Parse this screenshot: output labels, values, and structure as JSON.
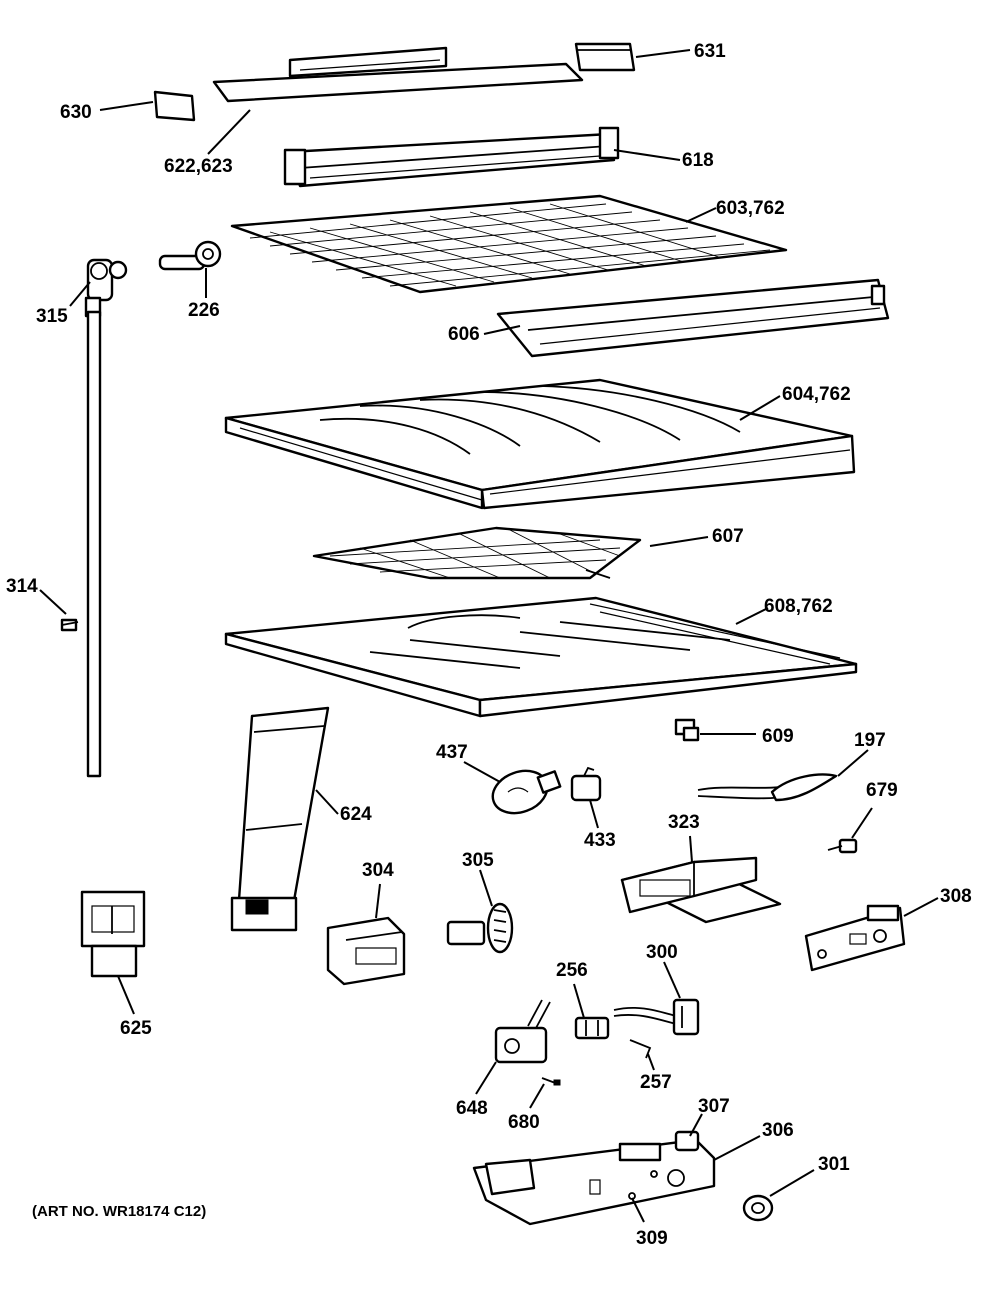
{
  "callouts": {
    "c631": "631",
    "c630": "630",
    "c622": "622,623",
    "c618": "618",
    "c603": "603,762",
    "c315": "315",
    "c226": "226",
    "c606": "606",
    "c604": "604,762",
    "c607": "607",
    "c314": "314",
    "c608": "608,762",
    "c609": "609",
    "c437": "437",
    "c197": "197",
    "c624": "624",
    "c433": "433",
    "c323": "323",
    "c679": "679",
    "c304": "304",
    "c305": "305",
    "c308": "308",
    "c625": "625",
    "c256": "256",
    "c300": "300",
    "c257": "257",
    "c648": "648",
    "c680": "680",
    "c307": "307",
    "c306": "306",
    "c301": "301",
    "c309": "309"
  },
  "art_number": "(ART NO. WR18174 C12)"
}
